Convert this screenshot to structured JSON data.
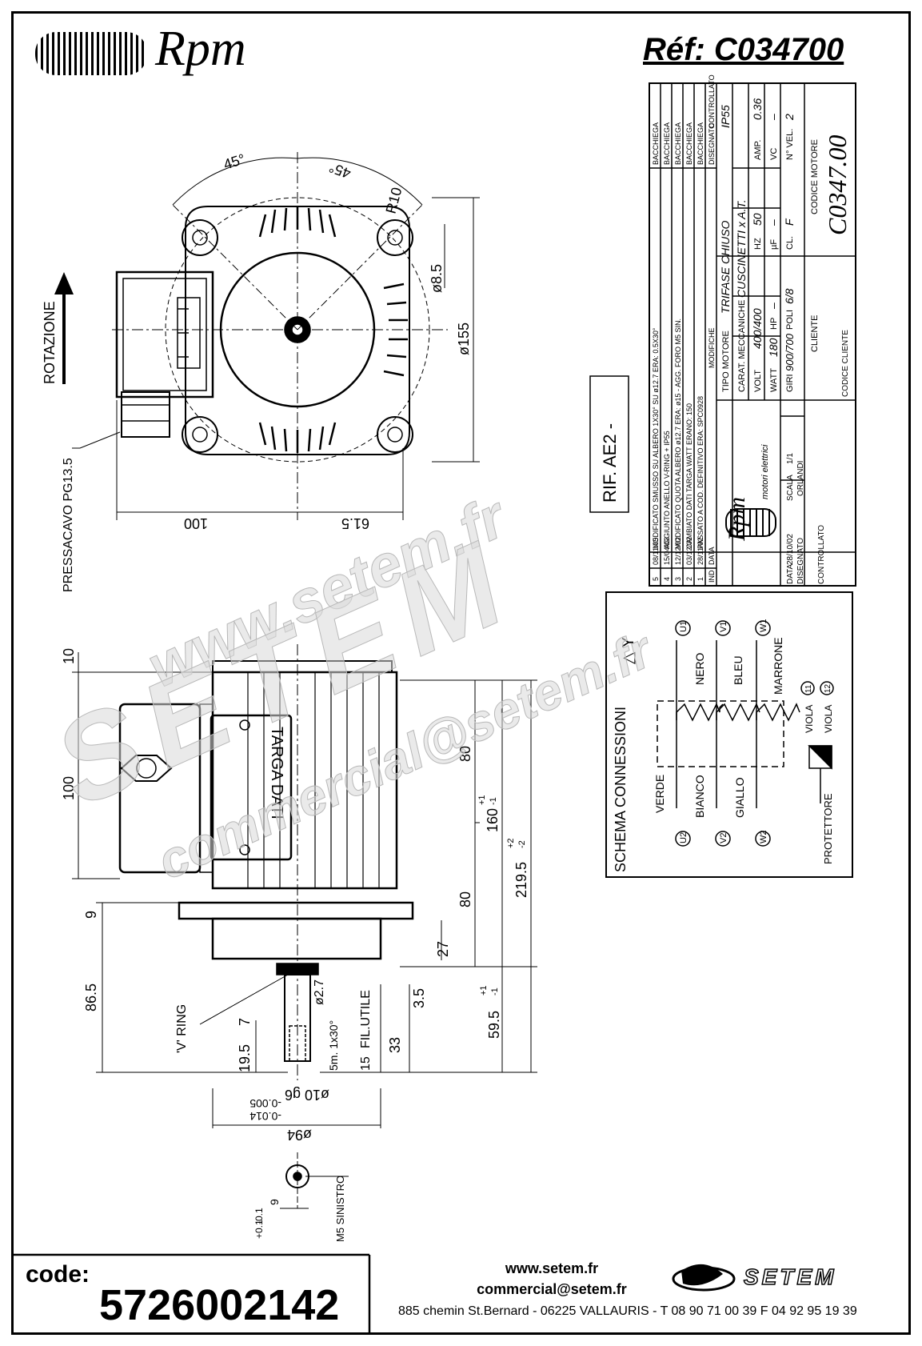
{
  "header": {
    "brand": "Rpm",
    "reference": "Réf:  C034700"
  },
  "front_view": {
    "angle_left": "45°",
    "angle_right": "45°",
    "radius": "R10",
    "hole_dia": "ø8.5",
    "flange_dia": "ø155",
    "rotation_label": "ROTAZIONE",
    "cable_gland": "PRESSACAVO PG13.5",
    "dim_left": "100",
    "dim_right": "61.5",
    "rif": "RIF. AE2 -"
  },
  "side_view": {
    "dim_top_10": "10",
    "dim_100": "100",
    "dim_9": "9",
    "dim_86_5": "86.5",
    "dim_80_top": "80",
    "dim_80_bottom": "80",
    "dim_160": "160",
    "dim_160_tol_plus": "+1",
    "dim_160_tol_minus": "-1",
    "dim_219_5": "219.5",
    "dim_219_tol_plus": "+2",
    "dim_219_tol_minus": "-2",
    "dim_27": "27",
    "dim_3_5": "3.5",
    "dim_59_5": "59.5",
    "dim_59_tol_plus": "+1",
    "dim_59_tol_minus": "-1",
    "dim_33": "33",
    "dim_15": "15",
    "fil_utile": "FIL.UTILE",
    "thread": "5m. 1x30°",
    "dim_7": "7",
    "dim_19_5": "19.5",
    "shaft_dia_2_7": "ø2.7",
    "shaft_dia": "ø10 g6",
    "shaft_tol_1": "-0.005",
    "shaft_tol_2": "-0.014",
    "body_dia": "ø94",
    "v_ring": "'V' RING",
    "nameplate": "TARGA DATI"
  },
  "shaft_detail": {
    "dim_9": "9",
    "tol_1": "-0.1",
    "tol_2": "+0.1",
    "m5": "M5 SINISTRO"
  },
  "connection_scheme": {
    "title": "SCHEMA CONNESSIONI",
    "delta_star": "△  Y",
    "wires_top": [
      "NERO",
      "BLEU",
      "MARRONE"
    ],
    "terminals_top": [
      "U1",
      "V1",
      "W1"
    ],
    "wires_bottom": [
      "VERDE",
      "BIANCO",
      "GIALLO"
    ],
    "terminals_bottom": [
      "U2",
      "V2",
      "W2"
    ],
    "viola": [
      "VIOLA",
      "VIOLA"
    ],
    "viola_terms": [
      "11",
      "12"
    ],
    "protector": "PROTETTORE"
  },
  "title_block": {
    "revisions": [
      {
        "ind": "5",
        "date": "08/11/05",
        "text": "MODIFICATO SMUSSO SU ALBERO 1X30° SU ø12.7 ERA: 0.5X30°",
        "by": "BACCHIEGA"
      },
      {
        "ind": "4",
        "date": "15/04/03",
        "text": "AGGIUNTO ANELLO V-RING + IP55",
        "by": "BACCHIEGA"
      },
      {
        "ind": "3",
        "date": "12/12/02",
        "text": "MODIFICATO QUOTA ALBERO ø12.7 ERA: ø15 - AGG. FORO M5 SIN.",
        "by": "BACCHIEGA"
      },
      {
        "ind": "2",
        "date": "03/12/02",
        "text": "CAMBIATO DATI TARGA WATT ERANO: 150",
        "by": "BACCHIEGA"
      },
      {
        "ind": "1",
        "date": "28/11/02",
        "text": "PASSATO A COD. DEFINITIVO ERA: SPC0928",
        "by": "BACCHIEGA"
      }
    ],
    "rev_headers": {
      "ind": "IND",
      "date": "DATA",
      "mod": "MODIFICHE",
      "drawn": "DISEGNATO",
      "ctrl": "CONTROLLATO"
    },
    "tipo_motore_label": "TIPO MOTORE",
    "tipo_motore": "TRIFASE CHIUSO",
    "ip": "IP55",
    "carat_label": "CARAT. MECCANICHE",
    "carat": "CUSCINETTI x A.T.",
    "volt_label": "VOLT",
    "volt": "400/400",
    "hz_label": "HZ",
    "hz": "50",
    "amp_label": "AMP.",
    "amp": "0.36",
    "watt_label": "WATT",
    "watt": "180",
    "hp_label": "HP",
    "hp": "–",
    "uf_label": "µF",
    "uf": "–",
    "vc_label": "VC",
    "vc": "–",
    "giri_label": "GIRI",
    "giri": "900/700",
    "poli_label": "POLI",
    "poli": "6/8",
    "cl_label": "CL.",
    "cl": "F",
    "nvel_label": "N° VEL.",
    "nvel": "2",
    "cliente_label": "CLIENTE",
    "codice_motore_label": "CODICE MOTORE",
    "codice_motore": "C0347.00",
    "codice_cliente_label": "CODICE CLIENTE",
    "company": "Rpm",
    "company_sub": "motori elettrici",
    "data_label": "DATA",
    "data": "28/10/02",
    "scala_label": "SCALA",
    "scala": "1/1",
    "disegnato_label": "DISEGNATO",
    "disegnato": "ORLANDI",
    "controllato_label": "CONTROLLATO"
  },
  "watermark": {
    "line1": "www.setem.fr",
    "line2": "SETEM",
    "line3": "commercial@setem.fr"
  },
  "footer": {
    "code_label": "code:",
    "code": "5726002142",
    "web": "www.setem.fr",
    "email": "commercial@setem.fr",
    "address": "885 chemin St.Bernard  -  06225 VALLAURIS  -  T 08 90 71 00 39  F 04 92 95 19 39",
    "brand": "SETEM"
  }
}
